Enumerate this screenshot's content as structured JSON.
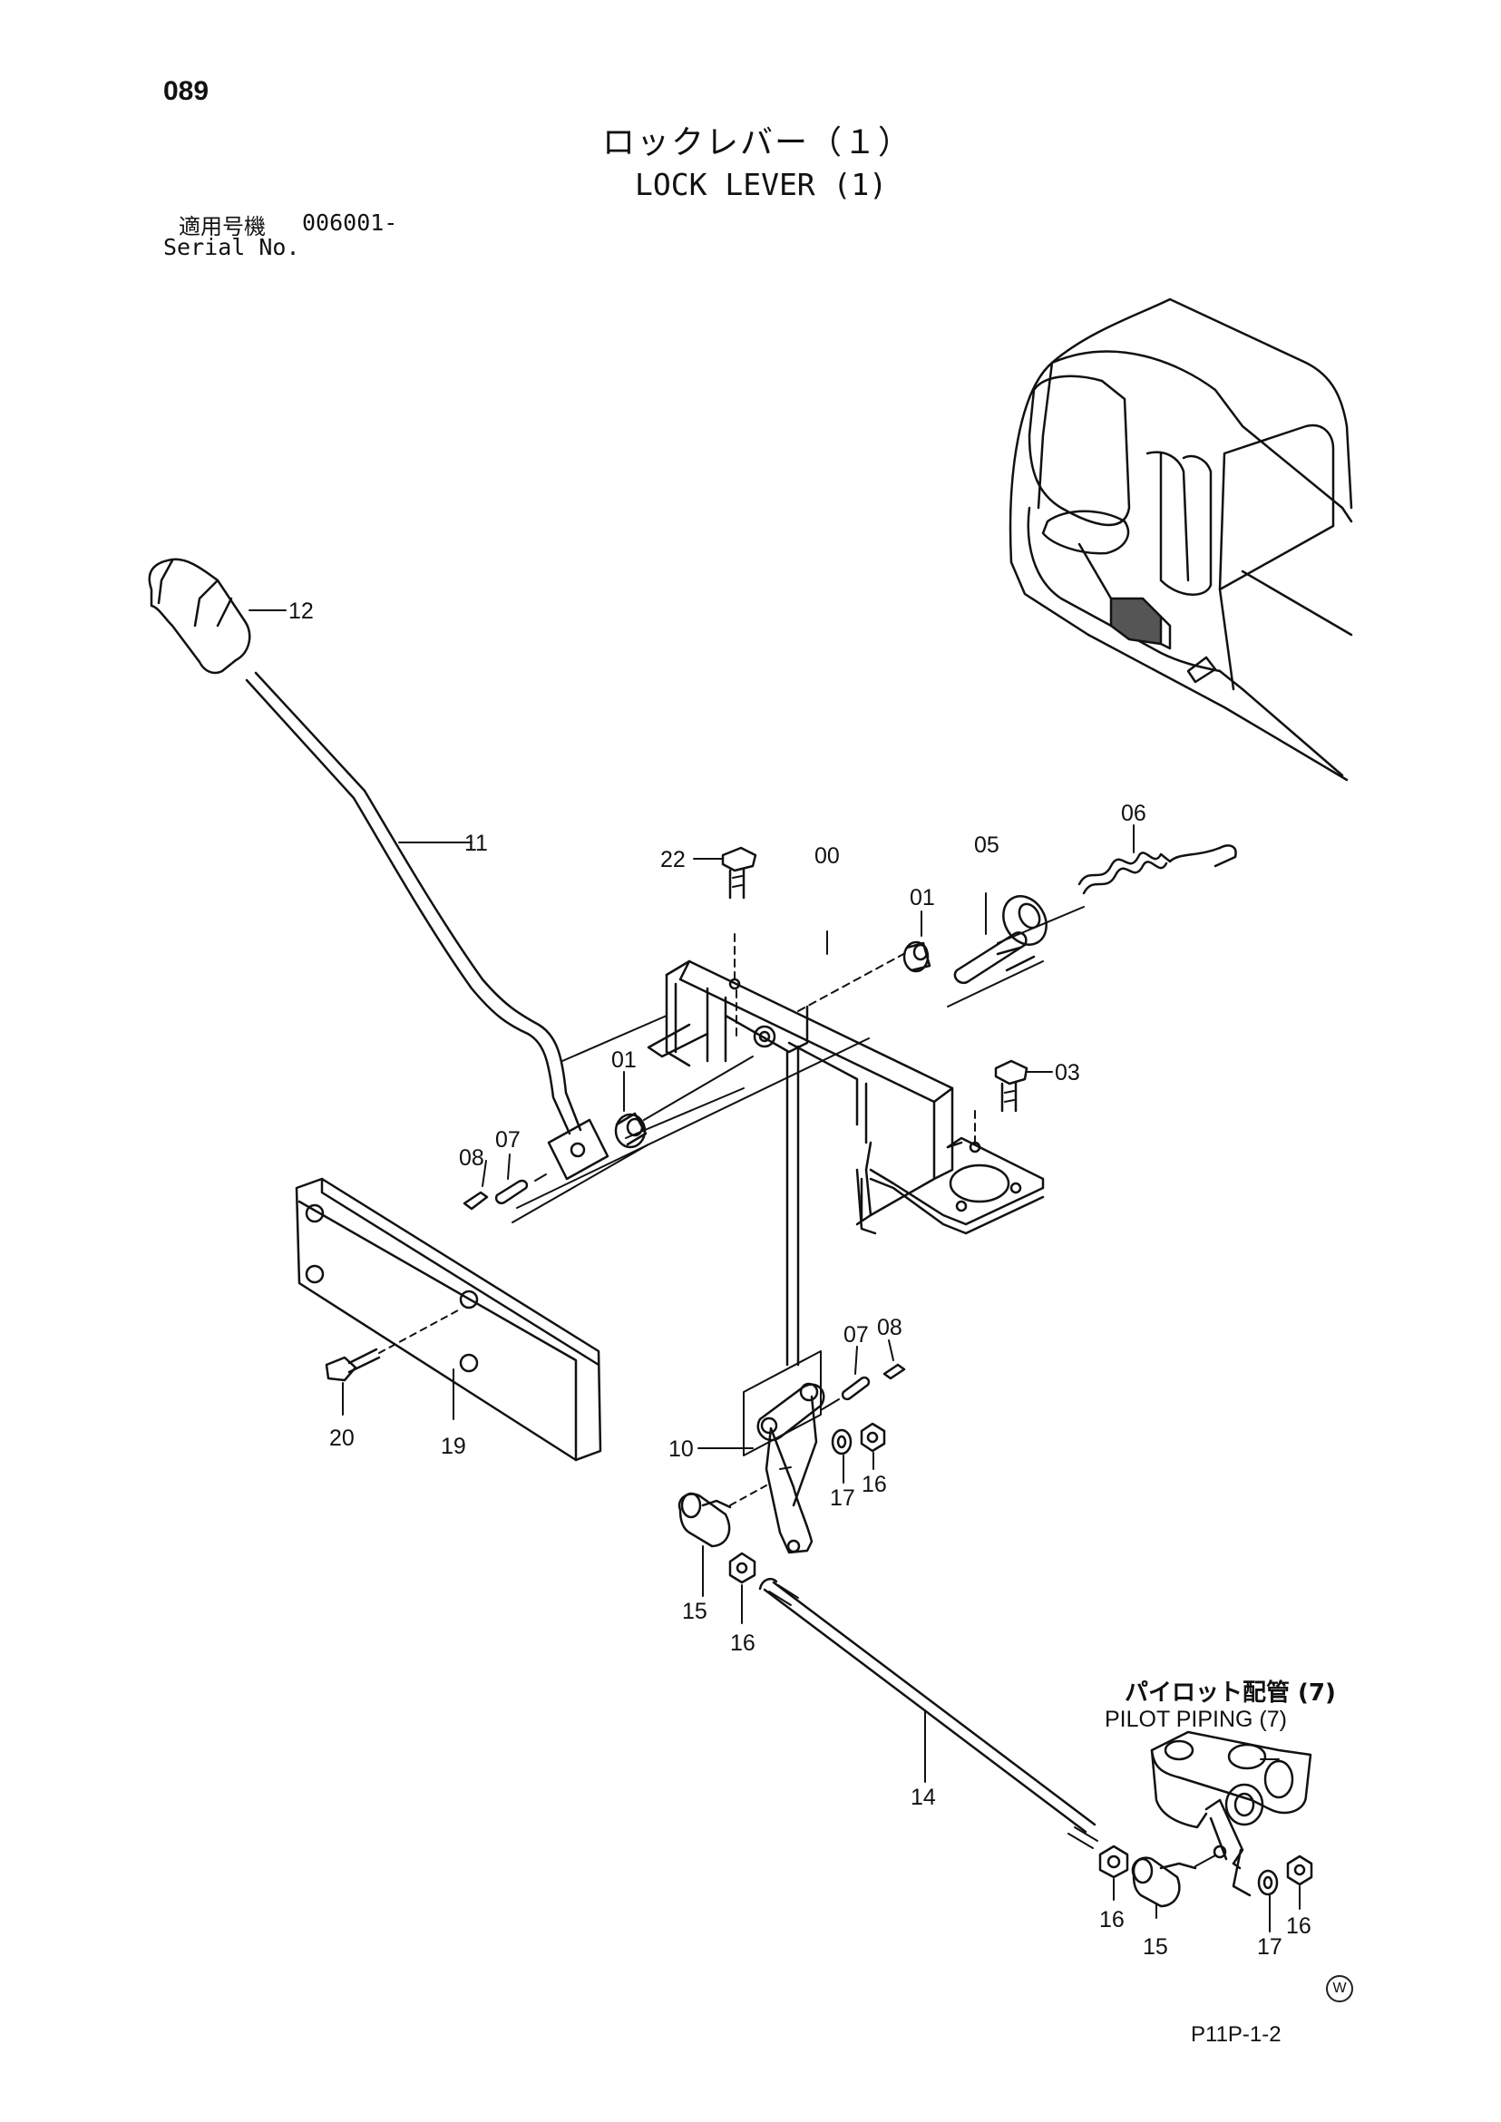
{
  "page_number": "089",
  "title_jp": "ロックレバー（１）",
  "title_en": "LOCK LEVER (1)",
  "serial_label_jp": "適用号機",
  "serial_value": "006001-",
  "serial_label_en": "Serial No.",
  "reference_label_jp": "パイロット配管 (7)",
  "reference_label_en": "PILOT PIPING (7)",
  "document_code": "P11P-1-2",
  "watermark_symbol": "W",
  "part_labels": {
    "p12": "12",
    "p11": "11",
    "p22": "22",
    "p00": "00",
    "p01a": "01",
    "p05": "05",
    "p06": "06",
    "p01b": "01",
    "p03": "03",
    "p08a": "08",
    "p07a": "07",
    "p07b": "07",
    "p08b": "08",
    "p20": "20",
    "p19": "19",
    "p10": "10",
    "p17a": "17",
    "p16a": "16",
    "p15a": "15",
    "p16b": "16",
    "p14": "14",
    "p16c": "16",
    "p15b": "15",
    "p17b": "17",
    "p16d": "16"
  }
}
